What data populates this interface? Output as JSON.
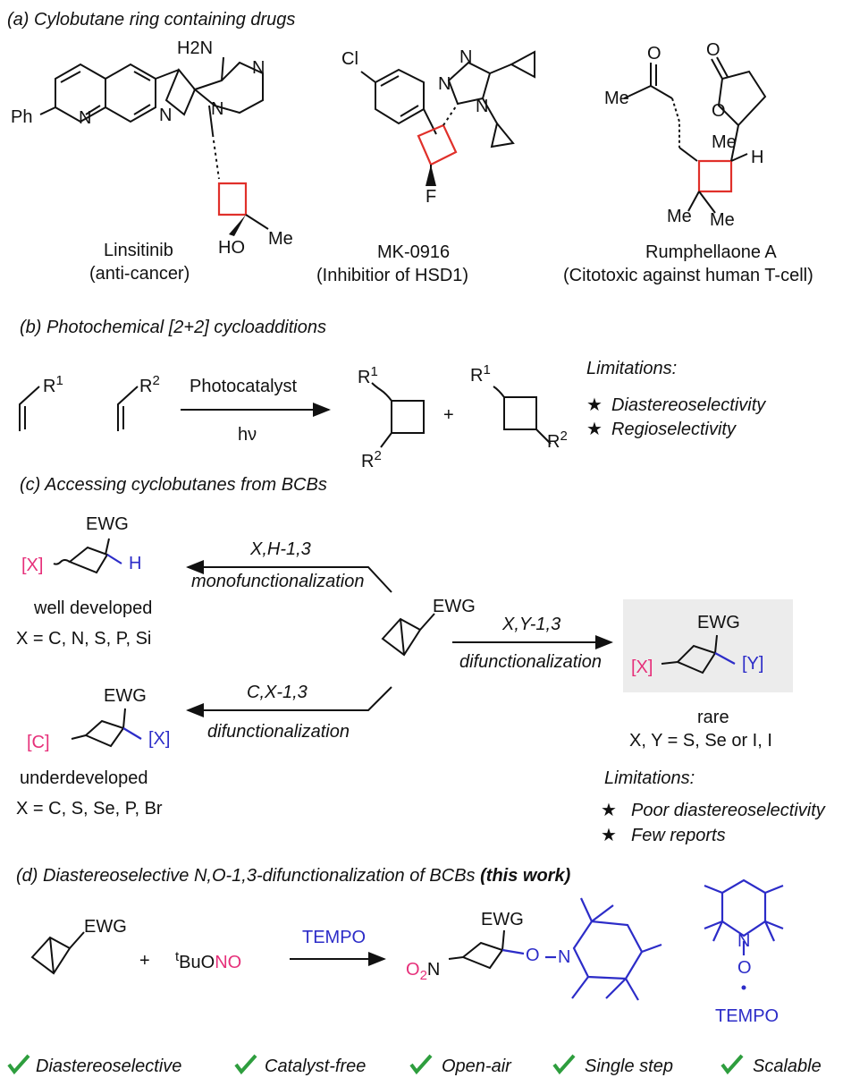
{
  "sections": {
    "a": "(a) Cylobutane ring containing drugs",
    "b": "(b) Photochemical [2+2] cycloadditions",
    "c": "(c) Accessing cyclobutanes from BCBs",
    "d_prefix": "(d) Diastereoselective N,O-1,3-difunctionalization of BCBs ",
    "d_bold": "(this work)"
  },
  "drugs": [
    {
      "name": "Linsitinib",
      "use": "(anti-cancer)"
    },
    {
      "name": "MK-0916",
      "use": "(Inhibitior of HSD1)"
    },
    {
      "name": "Rumphellaone A",
      "use": "(Citotoxic against human T-cell)"
    }
  ],
  "atoms": {
    "ph": "Ph",
    "n": "N",
    "h2n": "H2N",
    "ho": "HO",
    "me": "Me",
    "cl": "Cl",
    "f": "F",
    "o": "O",
    "h": "H",
    "r1": "R1",
    "r2": "R2",
    "ewg": "EWG",
    "x": "[X]",
    "y": "[Y]",
    "c": "[C]",
    "hh": "H",
    "o2n": "O2N",
    "buono_t": "t",
    "buono_b": "BuO",
    "buono_no": "NO",
    "tempo_o": "O",
    "tempo_n": "N",
    "dash_o": "O"
  },
  "photo": {
    "catalyst": "Photocatalyst",
    "hv": "hν",
    "plus": "+",
    "limitations_title": "Limitations:",
    "limitations": [
      "Diastereoselectivity",
      "Regioselectivity"
    ]
  },
  "bcb": {
    "top_arrow_label": "X,H-1,3",
    "top_arrow_sub": "monofunctionalization",
    "top_status": "well developed",
    "top_scope": "X = C, N, S, P, Si",
    "mid_arrow_label": "X,Y-1,3",
    "mid_arrow_sub": "difunctionalization",
    "mid_status": "rare",
    "mid_scope": "X, Y = S, Se or I, I",
    "bot_arrow_label": "C,X-1,3",
    "bot_arrow_sub": "difunctionalization",
    "bot_status": "underdeveloped",
    "bot_scope": "X = C, S, Se, P, Br",
    "limitations_title": "Limitations:",
    "limitations": [
      "Poor diastereoselectivity",
      "Few reports"
    ]
  },
  "thiswork": {
    "plus": "+",
    "reagent": "TEMPO",
    "tempo_label": "TEMPO"
  },
  "features": [
    "Diastereoselective",
    "Catalyst-free",
    "Open-air",
    "Single step",
    "Scalable"
  ],
  "colors": {
    "pink": "#e6307a",
    "blue": "#2c2cc8",
    "red_ring": "#e0302a",
    "check": "#2e9e3e",
    "highlight": "#ececec"
  }
}
